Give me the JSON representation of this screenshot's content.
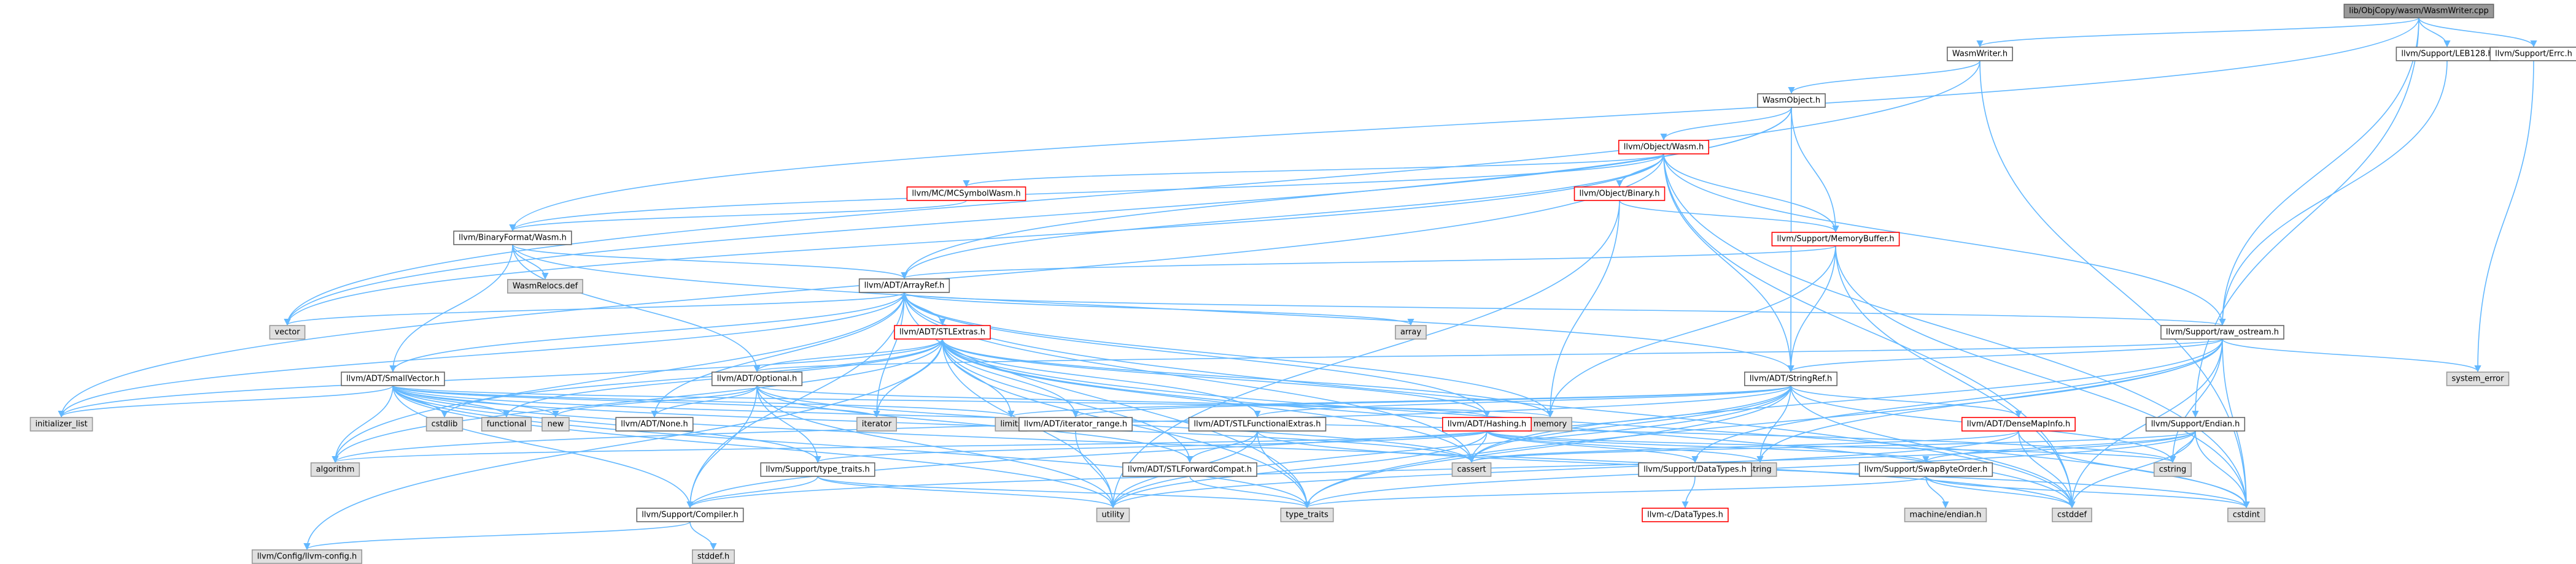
{
  "colors": {
    "edge": "#63b8ff",
    "root_fill": "#999999",
    "normal_fill": "#ffffff",
    "normal_border": "#666666",
    "missing_fill": "#e0e0e0",
    "missing_border": "#999999",
    "truncated_border": "#ff0000"
  },
  "nodes": [
    {
      "id": "root",
      "label": "lib/ObjCopy/wasm/WasmWriter.cpp",
      "kind": "root"
    },
    {
      "id": "wasmwriter_h",
      "label": "WasmWriter.h",
      "kind": "normal"
    },
    {
      "id": "leb128",
      "label": "llvm/Support/LEB128.h",
      "kind": "normal"
    },
    {
      "id": "crc",
      "label": "llvm/Support/Errc.h",
      "kind": "normal"
    },
    {
      "id": "wasmobject_h",
      "label": "WasmObject.h",
      "kind": "normal"
    },
    {
      "id": "object_wasm",
      "label": "llvm/Object/Wasm.h",
      "kind": "truncated"
    },
    {
      "id": "mcsymbolwasm",
      "label": "llvm/MC/MCSymbolWasm.h",
      "kind": "truncated"
    },
    {
      "id": "object_binary",
      "label": "llvm/Object/Binary.h",
      "kind": "truncated"
    },
    {
      "id": "binaryformat_wasm",
      "label": "llvm/BinaryFormat/Wasm.h",
      "kind": "normal"
    },
    {
      "id": "memorybuffer",
      "label": "llvm/Support/MemoryBuffer.h",
      "kind": "truncated"
    },
    {
      "id": "wasmrelocs",
      "label": "WasmRelocs.def",
      "kind": "missing"
    },
    {
      "id": "arrayref",
      "label": "llvm/ADT/ArrayRef.h",
      "kind": "normal"
    },
    {
      "id": "vector",
      "label": "vector",
      "kind": "missing"
    },
    {
      "id": "array",
      "label": "array",
      "kind": "missing"
    },
    {
      "id": "stlextras",
      "label": "llvm/ADT/STLExtras.h",
      "kind": "truncated"
    },
    {
      "id": "raw_ostream",
      "label": "llvm/Support/raw_ostream.h",
      "kind": "normal"
    },
    {
      "id": "system_error",
      "label": "system_error",
      "kind": "missing"
    },
    {
      "id": "smallvector",
      "label": "llvm/ADT/SmallVector.h",
      "kind": "normal"
    },
    {
      "id": "optional",
      "label": "llvm/ADT/Optional.h",
      "kind": "normal"
    },
    {
      "id": "stringref",
      "label": "llvm/ADT/StringRef.h",
      "kind": "normal"
    },
    {
      "id": "initializer_list",
      "label": "initializer_list",
      "kind": "missing"
    },
    {
      "id": "cstdlib",
      "label": "cstdlib",
      "kind": "missing"
    },
    {
      "id": "functional",
      "label": "functional",
      "kind": "missing"
    },
    {
      "id": "new",
      "label": "new",
      "kind": "missing"
    },
    {
      "id": "iterator",
      "label": "iterator",
      "kind": "missing"
    },
    {
      "id": "limits",
      "label": "limits",
      "kind": "missing"
    },
    {
      "id": "memory",
      "label": "memory",
      "kind": "missing"
    },
    {
      "id": "adt_none",
      "label": "llvm/ADT/None.h",
      "kind": "normal"
    },
    {
      "id": "iterator_range",
      "label": "llvm/ADT/iterator_range.h",
      "kind": "normal"
    },
    {
      "id": "stlfunctionalextras",
      "label": "llvm/ADT/STLFunctionalExtras.h",
      "kind": "normal"
    },
    {
      "id": "hashing",
      "label": "llvm/ADT/Hashing.h",
      "kind": "truncated"
    },
    {
      "id": "densemapinfo",
      "label": "llvm/ADT/DenseMapInfo.h",
      "kind": "truncated"
    },
    {
      "id": "endian",
      "label": "llvm/Support/Endian.h",
      "kind": "normal"
    },
    {
      "id": "algorithm",
      "label": "algorithm",
      "kind": "missing"
    },
    {
      "id": "cassert",
      "label": "cassert",
      "kind": "missing"
    },
    {
      "id": "string",
      "label": "string",
      "kind": "missing"
    },
    {
      "id": "cstring",
      "label": "cstring",
      "kind": "missing"
    },
    {
      "id": "type_traits_h",
      "label": "llvm/Support/type_traits.h",
      "kind": "normal"
    },
    {
      "id": "stlforwardcompat",
      "label": "llvm/ADT/STLForwardCompat.h",
      "kind": "normal"
    },
    {
      "id": "datatypes",
      "label": "llvm/Support/DataTypes.h",
      "kind": "normal"
    },
    {
      "id": "swapbyteorder",
      "label": "llvm/Support/SwapByteOrder.h",
      "kind": "normal"
    },
    {
      "id": "compiler",
      "label": "llvm/Support/Compiler.h",
      "kind": "normal"
    },
    {
      "id": "utility",
      "label": "utility",
      "kind": "missing"
    },
    {
      "id": "type_traits",
      "label": "type_traits",
      "kind": "missing"
    },
    {
      "id": "c_datatypes",
      "label": "llvm-c/DataTypes.h",
      "kind": "truncated"
    },
    {
      "id": "machine_endian",
      "label": "machine/endian.h",
      "kind": "missing"
    },
    {
      "id": "cstddef",
      "label": "cstddef",
      "kind": "missing"
    },
    {
      "id": "cstdint",
      "label": "cstdint",
      "kind": "missing"
    },
    {
      "id": "config",
      "label": "llvm/Config/llvm-config.h",
      "kind": "missing"
    },
    {
      "id": "stddef",
      "label": "stddef.h",
      "kind": "missing"
    }
  ],
  "edges": [
    [
      "root",
      "wasmwriter_h"
    ],
    [
      "root",
      "leb128"
    ],
    [
      "root",
      "crc"
    ],
    [
      "root",
      "raw_ostream"
    ],
    [
      "root",
      "binaryformat_wasm"
    ],
    [
      "root",
      "endian"
    ],
    [
      "wasmwriter_h",
      "wasmobject_h"
    ],
    [
      "wasmwriter_h",
      "vector"
    ],
    [
      "wasmwriter_h",
      "cstdint"
    ],
    [
      "leb128",
      "raw_ostream"
    ],
    [
      "crc",
      "system_error"
    ],
    [
      "wasmobject_h",
      "object_wasm"
    ],
    [
      "wasmobject_h",
      "memorybuffer"
    ],
    [
      "wasmobject_h",
      "arrayref"
    ],
    [
      "wasmobject_h",
      "stringref"
    ],
    [
      "wasmobject_h",
      "vector"
    ],
    [
      "object_wasm",
      "mcsymbolwasm"
    ],
    [
      "object_wasm",
      "object_binary"
    ],
    [
      "object_wasm",
      "memorybuffer"
    ],
    [
      "object_wasm",
      "binaryformat_wasm"
    ],
    [
      "object_wasm",
      "arrayref"
    ],
    [
      "object_wasm",
      "stringref"
    ],
    [
      "object_wasm",
      "raw_ostream"
    ],
    [
      "object_wasm",
      "cstddef"
    ],
    [
      "object_wasm",
      "cstdint"
    ],
    [
      "object_wasm",
      "vector"
    ],
    [
      "object_wasm",
      "initializer_list"
    ],
    [
      "mcsymbolwasm",
      "binaryformat_wasm"
    ],
    [
      "object_binary",
      "memorybuffer"
    ],
    [
      "object_binary",
      "memory"
    ],
    [
      "object_binary",
      "utility"
    ],
    [
      "binaryformat_wasm",
      "arrayref"
    ],
    [
      "binaryformat_wasm",
      "optional"
    ],
    [
      "binaryformat_wasm",
      "smallvector"
    ],
    [
      "binaryformat_wasm",
      "stringref"
    ],
    [
      "binaryformat_wasm",
      "wasmrelocs"
    ],
    [
      "memorybuffer",
      "arrayref"
    ],
    [
      "memorybuffer",
      "stringref"
    ],
    [
      "memorybuffer",
      "memory"
    ],
    [
      "memorybuffer",
      "cstddef"
    ],
    [
      "memorybuffer",
      "cstdint"
    ],
    [
      "arrayref",
      "stlextras"
    ],
    [
      "arrayref",
      "smallvector"
    ],
    [
      "arrayref",
      "hashing"
    ],
    [
      "arrayref",
      "adt_none"
    ],
    [
      "arrayref",
      "compiler"
    ],
    [
      "arrayref",
      "algorithm"
    ],
    [
      "arrayref",
      "array"
    ],
    [
      "arrayref",
      "cassert"
    ],
    [
      "arrayref",
      "cstddef"
    ],
    [
      "arrayref",
      "initializer_list"
    ],
    [
      "arrayref",
      "iterator"
    ],
    [
      "arrayref",
      "memory"
    ],
    [
      "arrayref",
      "type_traits"
    ],
    [
      "arrayref",
      "vector"
    ],
    [
      "stlextras",
      "optional"
    ],
    [
      "stlextras",
      "stlforwardcompat"
    ],
    [
      "stlextras",
      "stlfunctionalextras"
    ],
    [
      "stlextras",
      "iterator_range"
    ],
    [
      "stlextras",
      "config"
    ],
    [
      "stlextras",
      "algorithm"
    ],
    [
      "stlextras",
      "cassert"
    ],
    [
      "stlextras",
      "cstddef"
    ],
    [
      "stlextras",
      "cstdint"
    ],
    [
      "stlextras",
      "cstdlib"
    ],
    [
      "stlextras",
      "functional"
    ],
    [
      "stlextras",
      "initializer_list"
    ],
    [
      "stlextras",
      "iterator"
    ],
    [
      "stlextras",
      "limits"
    ],
    [
      "stlextras",
      "memory"
    ],
    [
      "stlextras",
      "tuple_placeholder_none"
    ],
    [
      "stlextras",
      "type_traits"
    ],
    [
      "stlextras",
      "utility"
    ],
    [
      "stlextras",
      "hashing"
    ],
    [
      "raw_ostream",
      "arrayref"
    ],
    [
      "raw_ostream",
      "stringref"
    ],
    [
      "raw_ostream",
      "datatypes"
    ],
    [
      "raw_ostream",
      "cassert"
    ],
    [
      "raw_ostream",
      "cstddef"
    ],
    [
      "raw_ostream",
      "cstdint"
    ],
    [
      "raw_ostream",
      "cstring"
    ],
    [
      "raw_ostream",
      "string"
    ],
    [
      "raw_ostream",
      "type_traits"
    ],
    [
      "raw_ostream",
      "system_error"
    ],
    [
      "raw_ostream",
      "optional"
    ],
    [
      "smallvector",
      "compiler"
    ],
    [
      "smallvector",
      "type_traits_h"
    ],
    [
      "smallvector",
      "algorithm"
    ],
    [
      "smallvector",
      "cassert"
    ],
    [
      "smallvector",
      "cstddef"
    ],
    [
      "smallvector",
      "cstdlib"
    ],
    [
      "smallvector",
      "cstring"
    ],
    [
      "smallvector",
      "functional"
    ],
    [
      "smallvector",
      "initializer_list"
    ],
    [
      "smallvector",
      "iterator"
    ],
    [
      "smallvector",
      "limits"
    ],
    [
      "smallvector",
      "memory"
    ],
    [
      "smallvector",
      "new"
    ],
    [
      "smallvector",
      "type_traits"
    ],
    [
      "smallvector",
      "utility"
    ],
    [
      "optional",
      "adt_none"
    ],
    [
      "optional",
      "stlforwardcompat"
    ],
    [
      "optional",
      "compiler"
    ],
    [
      "optional",
      "type_traits_h"
    ],
    [
      "optional",
      "cassert"
    ],
    [
      "optional",
      "new"
    ],
    [
      "optional",
      "utility"
    ],
    [
      "optional",
      "hashing"
    ],
    [
      "stringref",
      "densemapinfo"
    ],
    [
      "stringref",
      "stlfunctionalextras"
    ],
    [
      "stringref",
      "iterator_range"
    ],
    [
      "stringref",
      "compiler"
    ],
    [
      "stringref",
      "algorithm"
    ],
    [
      "stringref",
      "cassert"
    ],
    [
      "stringref",
      "cstddef"
    ],
    [
      "stringref",
      "cstring"
    ],
    [
      "stringref",
      "limits"
    ],
    [
      "stringref",
      "string"
    ],
    [
      "stringref",
      "type_traits"
    ],
    [
      "stringref",
      "utility"
    ],
    [
      "iterator_range",
      "utility"
    ],
    [
      "stlfunctionalextras",
      "stlforwardcompat"
    ],
    [
      "stlfunctionalextras",
      "cstdint"
    ],
    [
      "stlfunctionalextras",
      "type_traits"
    ],
    [
      "stlfunctionalextras",
      "utility"
    ],
    [
      "hashing",
      "datatypes"
    ],
    [
      "hashing",
      "swapbyteorder"
    ],
    [
      "hashing",
      "type_traits_h"
    ],
    [
      "hashing",
      "algorithm"
    ],
    [
      "hashing",
      "cassert"
    ],
    [
      "hashing",
      "cstring"
    ],
    [
      "hashing",
      "string"
    ],
    [
      "hashing",
      "tuple_placeholder_none"
    ],
    [
      "hashing",
      "utility"
    ],
    [
      "densemapinfo",
      "cassert"
    ],
    [
      "densemapinfo",
      "cstddef"
    ],
    [
      "densemapinfo",
      "cstdint"
    ],
    [
      "densemapinfo",
      "utility"
    ],
    [
      "endian",
      "compiler"
    ],
    [
      "endian",
      "swapbyteorder"
    ],
    [
      "endian",
      "cassert"
    ],
    [
      "endian",
      "cstddef"
    ],
    [
      "endian",
      "cstdint"
    ],
    [
      "endian",
      "cstring"
    ],
    [
      "endian",
      "type_traits"
    ],
    [
      "type_traits_h",
      "compiler"
    ],
    [
      "type_traits_h",
      "type_traits"
    ],
    [
      "type_traits_h",
      "utility"
    ],
    [
      "stlforwardcompat",
      "type_traits"
    ],
    [
      "datatypes",
      "c_datatypes"
    ],
    [
      "swapbyteorder",
      "cstddef"
    ],
    [
      "swapbyteorder",
      "cstdint"
    ],
    [
      "swapbyteorder",
      "type_traits"
    ],
    [
      "swapbyteorder",
      "machine_endian"
    ],
    [
      "compiler",
      "config"
    ],
    [
      "compiler",
      "stddef"
    ]
  ]
}
